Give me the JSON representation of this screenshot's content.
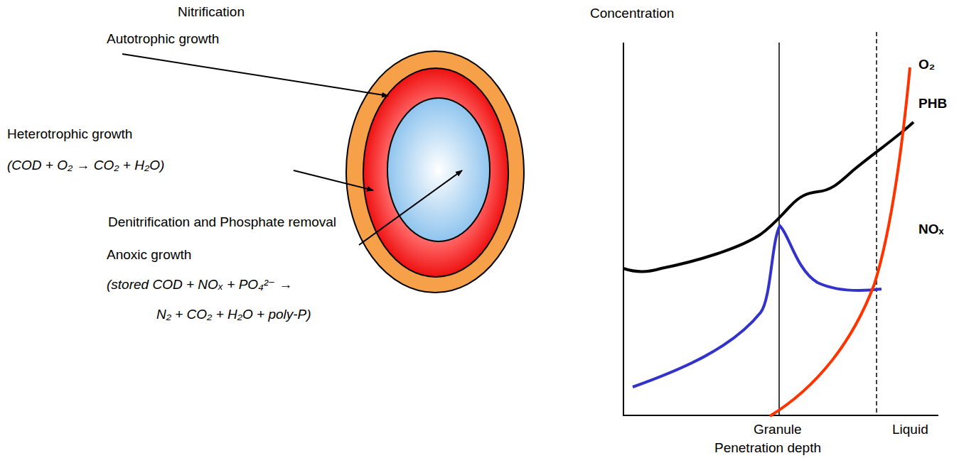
{
  "diagram": {
    "labels": [
      "Nitrification",
      "Concentration",
      "Autotrophic growth",
      "Heterotrophic growth",
      "(COD + O₂ → CO₂ + H₂O)",
      "Denitrification and Phosphate removal",
      "Anoxic growth",
      "(stored COD + NOₓ + PO₄²⁻ →",
      "N₂ + CO₂ + H₂O + poly-P)",
      "O₂",
      "PHB",
      "NOₓ",
      "Granule",
      "Liquid",
      "Penetration depth"
    ]
  }
}
